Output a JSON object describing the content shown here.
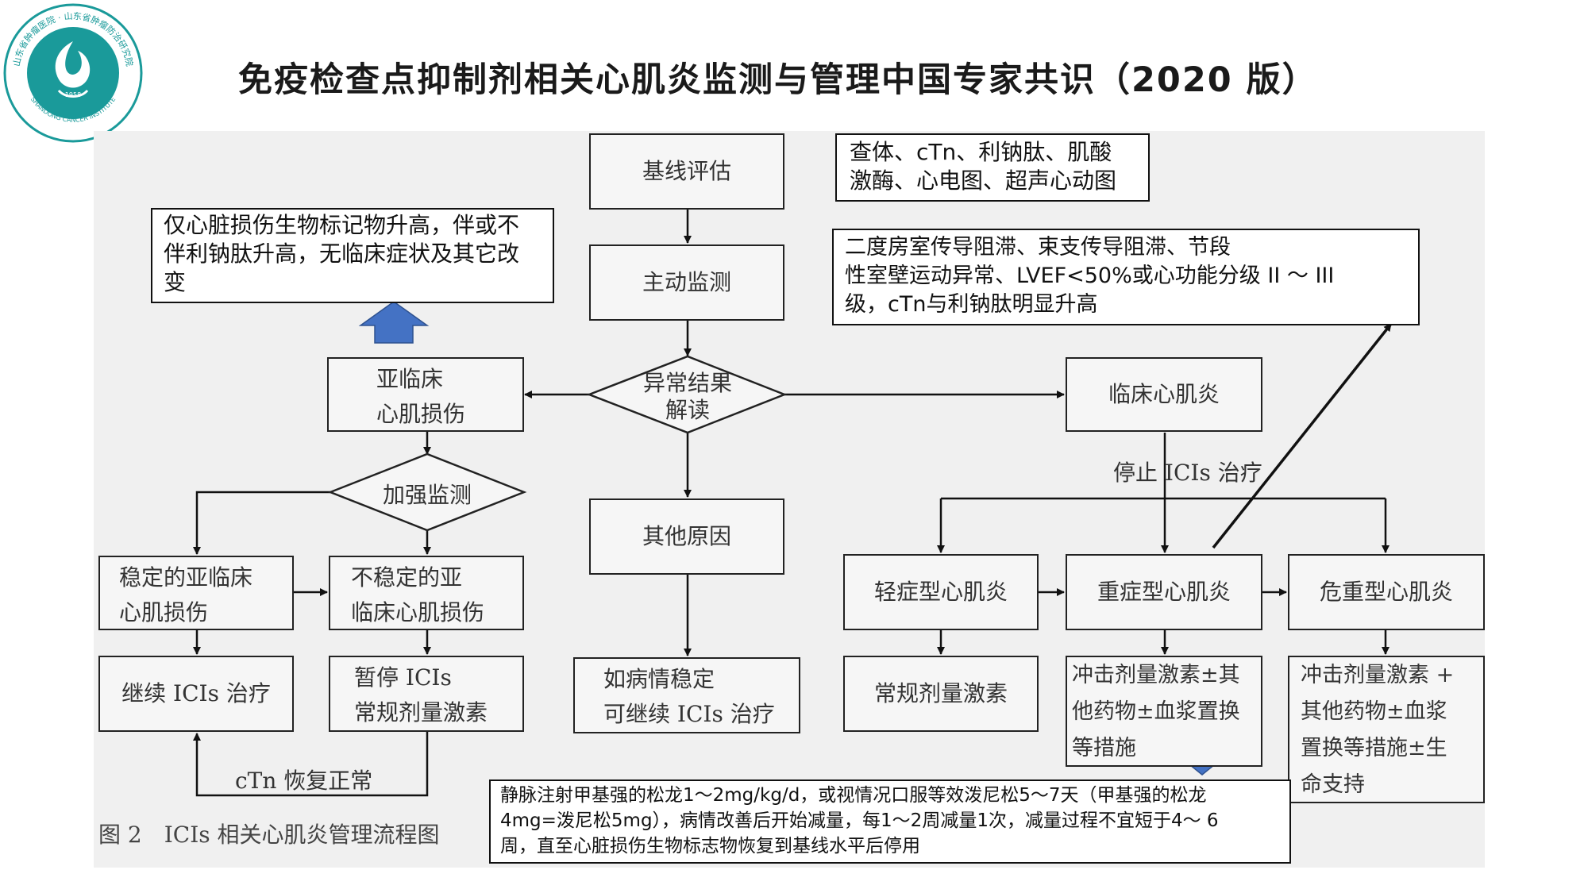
{
  "title": "免疫检查点抑制剂相关心肌炎监测与管理中国专家共识（2020 版）",
  "logo": {
    "ring_text_top": "山东省肿瘤医院 · 山东省肿瘤防治研究院",
    "ring_text_bottom": "SHANDONG CANCER INSTITUTE",
    "year": "1958",
    "color": "#1a9a9a"
  },
  "flow": {
    "baseline": "基线评估",
    "active_monitoring": "主动监测",
    "abnormal_line1": "异常结果",
    "abnormal_line2": "解读",
    "subclinical_line1": "亚临床",
    "subclinical_line2": "心肌损伤",
    "enhance_monitoring": "加强监测",
    "stable_line1": "稳定的亚临床",
    "stable_line2": "心肌损伤",
    "unstable_line1": "不稳定的亚",
    "unstable_line2": "临床心肌损伤",
    "continue_ici": "继续 ICIs 治疗",
    "pause_line1": "暂停 ICIs",
    "pause_line2": "常规剂量激素",
    "ctn_recovery": "cTn 恢复正常",
    "other_causes": "其他原因",
    "if_stable_line1": "如病情稳定",
    "if_stable_line2": "可继续 ICIs 治疗",
    "clinical_myocarditis": "临床心肌炎",
    "stop_ici": "停止 ICIs 治疗",
    "mild": "轻症型心肌炎",
    "severe": "重症型心肌炎",
    "critical": "危重型心肌炎",
    "routine_steroid": "常规剂量激素",
    "severe_tx_line1": "冲击剂量激素±其",
    "severe_tx_line2": "他药物±血浆置换",
    "severe_tx_line3": "等措施",
    "critical_tx_line1": "冲击剂量激素 +",
    "critical_tx_line2": "其他药物±血浆",
    "critical_tx_line3": "置换等措施±生",
    "critical_tx_line4": "命支持",
    "caption": "图 2　ICIs 相关心肌炎管理流程图"
  },
  "notes": {
    "baseline_checks_line1": "查体、cTn、利钠肽、肌酸",
    "baseline_checks_line2": "激酶、心电图、超声心动图",
    "subclinical_def_line1": "仅心脏损伤生物标记物升高，伴或不",
    "subclinical_def_line2": "伴利钠肽升高，无临床症状及其它改",
    "subclinical_def_line3": "变",
    "severe_def_line1": "二度房室传导阻滞、束支传导阻滞、节段",
    "severe_def_line2": "性室壁运动异常、LVEF<50%或心功能分级 II ～ III",
    "severe_def_line3": "级，cTn与利钠肽明显升高",
    "steroid_line1": "静脉注射甲基强的松龙1～2mg/kg/d，或视情况口服等效泼尼松5～7天（甲基强的松龙",
    "steroid_line2": "4mg=泼尼松5mg），病情改善后开始减量，每1～2周减量1次，减量过程不宜短于4～ 6",
    "steroid_line3": "周，直至心脏损伤生物标志物恢复到基线水平后停用"
  },
  "colors": {
    "block_arrow": "#4472c4",
    "background_figure": "#f0f0f0",
    "box_border": "#222222"
  }
}
